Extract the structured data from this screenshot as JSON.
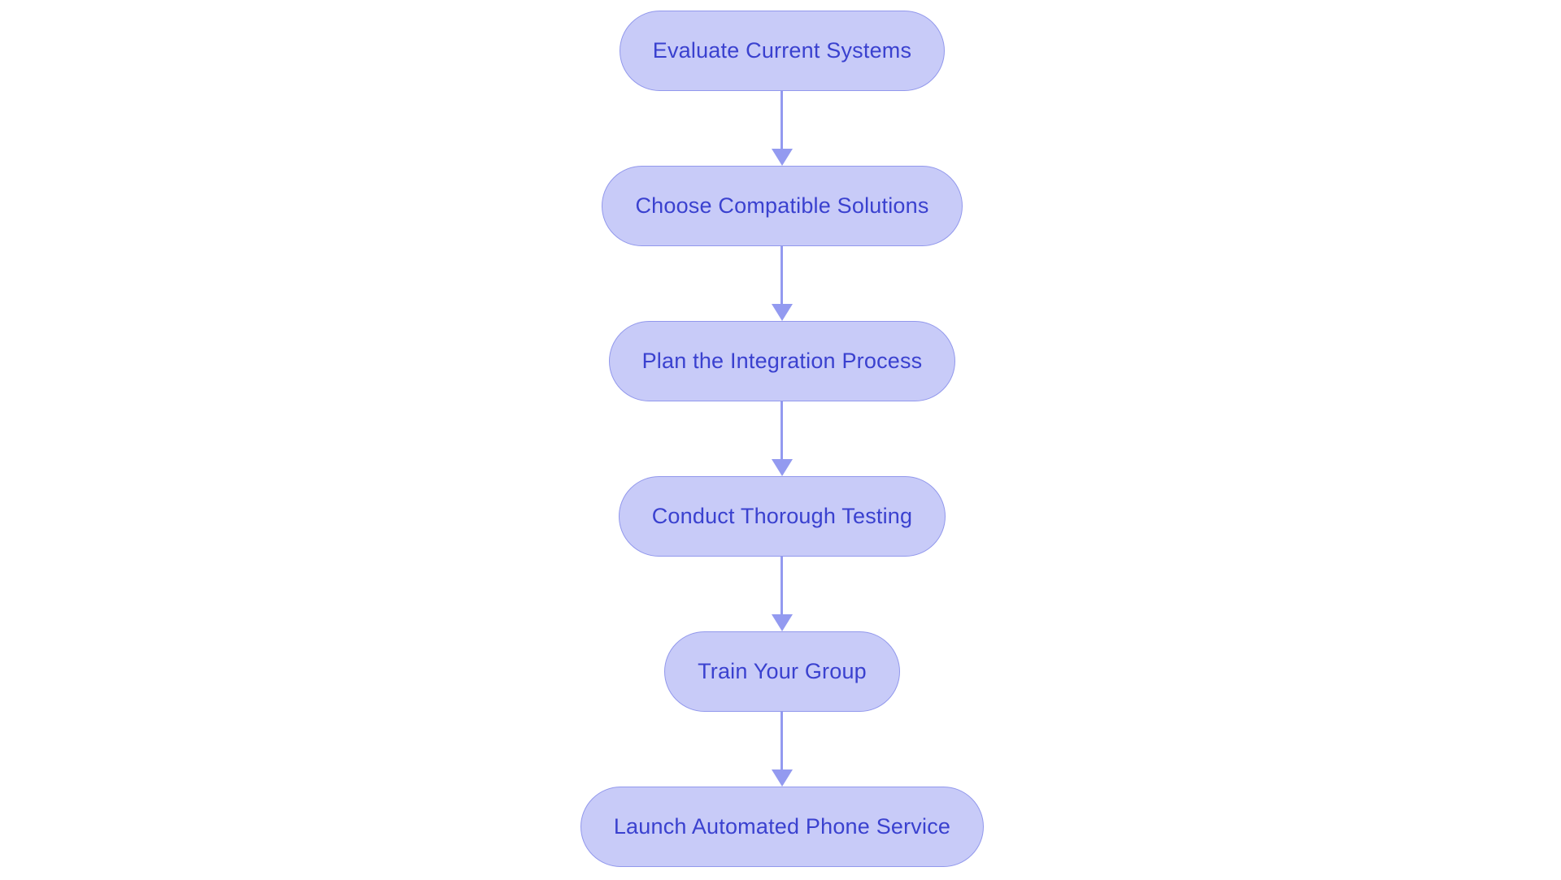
{
  "diagram": {
    "type": "flowchart",
    "direction": "top-down",
    "background_color": "#ffffff",
    "node_fill_color": "#c8cbf8",
    "node_border_color": "#9298ec",
    "node_text_color": "#3a41cf",
    "arrow_color": "#939af0",
    "nodes": [
      {
        "id": "evaluate-current-systems",
        "label": "Evaluate Current Systems"
      },
      {
        "id": "choose-compatible-solutions",
        "label": "Choose Compatible Solutions"
      },
      {
        "id": "plan-the-integration-process",
        "label": "Plan the Integration Process"
      },
      {
        "id": "conduct-thorough-testing",
        "label": "Conduct Thorough Testing"
      },
      {
        "id": "train-your-group",
        "label": "Train Your Group"
      },
      {
        "id": "launch-automated-phone-service",
        "label": "Launch Automated Phone Service"
      }
    ],
    "edges": [
      {
        "from": 0,
        "to": 1
      },
      {
        "from": 1,
        "to": 2
      },
      {
        "from": 2,
        "to": 3
      },
      {
        "from": 3,
        "to": 4
      },
      {
        "from": 4,
        "to": 5
      }
    ]
  }
}
